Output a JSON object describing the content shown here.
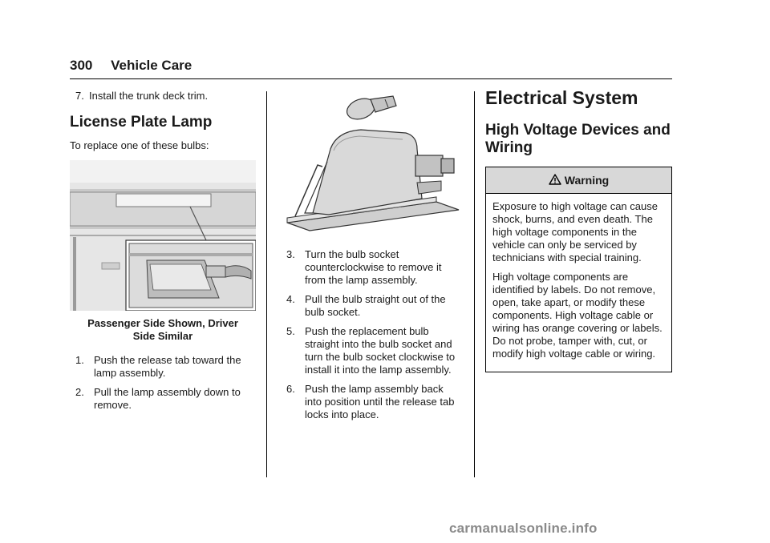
{
  "header": {
    "page_number": "300",
    "section": "Vehicle Care"
  },
  "col1": {
    "step7": {
      "num": "7.",
      "text": "Install the trunk deck trim."
    },
    "heading": "License Plate Lamp",
    "intro": "To replace one of these bulbs:",
    "caption_line1": "Passenger Side Shown, Driver",
    "caption_line2": "Side Similar",
    "steps": [
      {
        "num": "1.",
        "text": "Push the release tab toward the lamp assembly."
      },
      {
        "num": "2.",
        "text": "Pull the lamp assembly down to remove."
      }
    ]
  },
  "col2": {
    "steps": [
      {
        "num": "3.",
        "text": "Turn the bulb socket counterclockwise to remove it from the lamp assembly."
      },
      {
        "num": "4.",
        "text": "Pull the bulb straight out of the bulb socket."
      },
      {
        "num": "5.",
        "text": "Push the replacement bulb straight into the bulb socket and turn the bulb socket clockwise to install it into the lamp assembly."
      },
      {
        "num": "6.",
        "text": "Push the lamp assembly back into position until the release tab locks into place."
      }
    ]
  },
  "col3": {
    "heading": "Electrical System",
    "subheading": "High Voltage Devices and Wiring",
    "warning": {
      "title": "Warning",
      "icon": "warning-triangle-icon",
      "paragraphs": [
        "Exposure to high voltage can cause shock, burns, and even death. The high voltage components in the vehicle can only be serviced by technicians with special training.",
        "High voltage components are identified by labels. Do not remove, open, take apart, or modify these components. High voltage cable or wiring has orange covering or labels. Do not probe, tamper with, cut, or modify high voltage cable or wiring."
      ]
    }
  },
  "footer": {
    "watermark": "carmanualsonline.info"
  }
}
